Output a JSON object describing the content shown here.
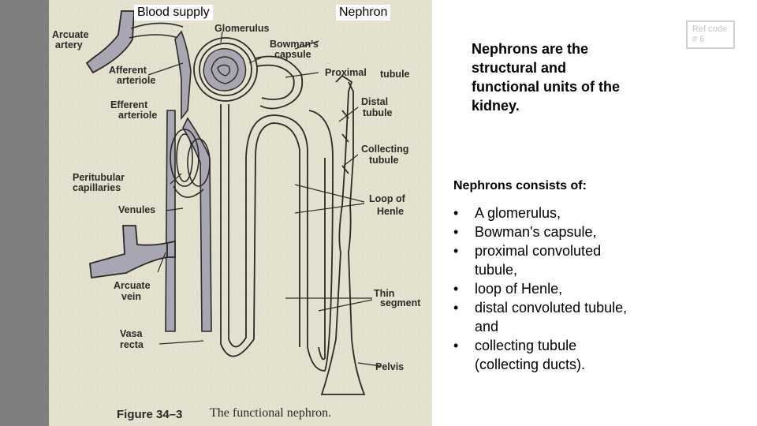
{
  "header": {
    "blood_supply": "Blood supply",
    "nephron": "Nephron"
  },
  "figure": {
    "labels": {
      "arcuate_artery": [
        "Arcuate",
        "artery"
      ],
      "glomerulus": "Glomerulus",
      "bowmans_capsule": [
        "Bowman's",
        "capsule"
      ],
      "afferent_arteriole": [
        "Afferent",
        "arteriole"
      ],
      "proximal_tubule": [
        "Proximal",
        "tubule"
      ],
      "efferent_arteriole": [
        "Efferent",
        "arteriole"
      ],
      "distal_tubule": [
        "Distal",
        "tubule"
      ],
      "collecting_tubule": [
        "Collecting",
        "tubule"
      ],
      "peritubular_capillaries": [
        "Peritubular",
        "capillaries"
      ],
      "loop_of_henle": [
        "Loop of",
        "Henle"
      ],
      "venules": "Venules",
      "arcuate_vein": [
        "Arcuate",
        "vein"
      ],
      "thin_segment": [
        "Thin",
        "segment"
      ],
      "vasa_recta": [
        "Vasa",
        "recta"
      ],
      "pelvis": "Pelvis"
    },
    "caption_number": "Figure 34–3",
    "caption_text": "The functional nephron."
  },
  "intro": "Nephrons are the structural and functional units of the kidney.",
  "consists_title": "Nephrons consists of:",
  "components": [
    "A  glomerulus,",
    " Bowman's capsule,",
    " proximal convoluted tubule,",
    " loop of Henle,",
    " distal convoluted tubule, and",
    "collecting tubule (collecting ducts)."
  ],
  "ref_code": "Ref code # 6",
  "colors": {
    "figure_background": "#e4e1cf",
    "left_bar": "#7f7f7f",
    "vessel_fill": "#a9a6b4",
    "ink": "#2b2a26"
  }
}
